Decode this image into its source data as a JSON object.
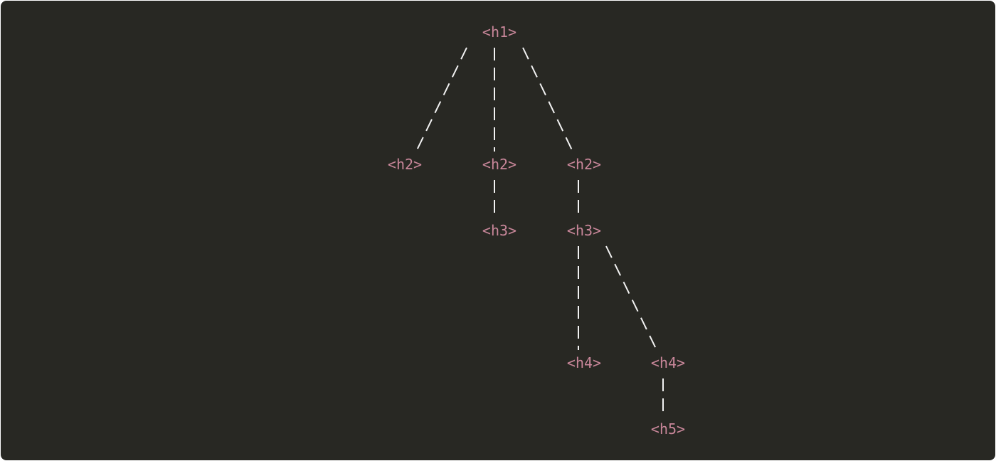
{
  "diagram": {
    "background": "#282823",
    "node_color": "#c9879a",
    "edge_color": "#f2f2f2",
    "nodes": [
      {
        "id": "n1",
        "label": "<h1>"
      },
      {
        "id": "n2a",
        "label": "<h2>"
      },
      {
        "id": "n2b",
        "label": "<h2>"
      },
      {
        "id": "n2c",
        "label": "<h2>"
      },
      {
        "id": "n3a",
        "label": "<h3>"
      },
      {
        "id": "n3b",
        "label": "<h3>"
      },
      {
        "id": "n4a",
        "label": "<h4>"
      },
      {
        "id": "n4b",
        "label": "<h4>"
      },
      {
        "id": "n5",
        "label": "<h5>"
      }
    ],
    "edges": [
      {
        "from": "n1",
        "to": "n2a"
      },
      {
        "from": "n1",
        "to": "n2b"
      },
      {
        "from": "n1",
        "to": "n2c"
      },
      {
        "from": "n2b",
        "to": "n3a"
      },
      {
        "from": "n2c",
        "to": "n3b"
      },
      {
        "from": "n3b",
        "to": "n4a"
      },
      {
        "from": "n3b",
        "to": "n4b"
      },
      {
        "from": "n4b",
        "to": "n5"
      }
    ]
  }
}
